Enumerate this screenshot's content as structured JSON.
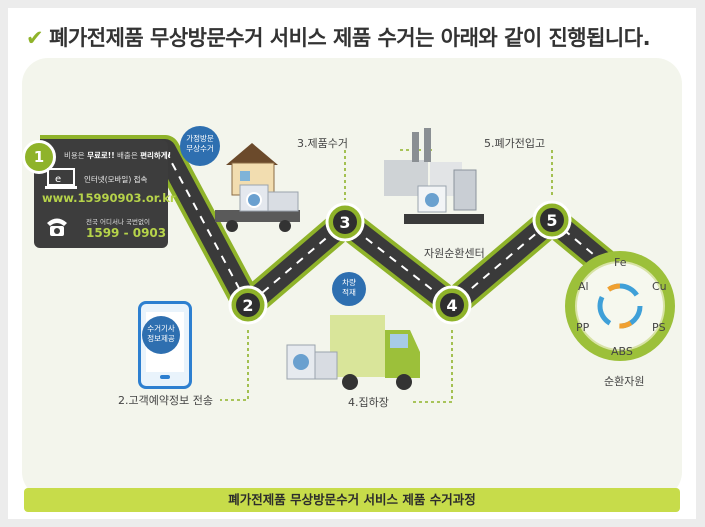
{
  "title": "폐가전제품 무상방문수거 서비스 제품 수거는 아래와 같이 진행됩니다.",
  "title_icon": "check-icon",
  "accent_color": "#8fb32a",
  "road_color": "#3a3a3a",
  "info": {
    "step": "1",
    "top_text_pre": "비용은 ",
    "top_text_bold1": "무료로!!",
    "top_text_mid": " 배출은 ",
    "top_text_bold2": "편리하게!",
    "internet_label": "인터넷(모바일) 접속",
    "url": "www.15990903.or.kr",
    "phone_label": "전국 어디서나 국번없이",
    "phone": "1599 - 0903"
  },
  "bubbles": {
    "home_visit": "가정방문\n무상수거",
    "driver_info": "수거기사\n정보제공",
    "truck_load": "차량\n적재"
  },
  "steps": [
    {
      "num": "2",
      "label": "2.고객예약정보 전송"
    },
    {
      "num": "3",
      "label": "3.제품수거"
    },
    {
      "num": "4",
      "label": "4.집하장"
    },
    {
      "num": "5",
      "label": "5.폐가전입고"
    }
  ],
  "labels": {
    "recycle_center": "자원순환센터",
    "recycled_resources": "순환자원"
  },
  "materials": [
    "Fe",
    "Cu",
    "PS",
    "ABS",
    "PP",
    "Al"
  ],
  "footer": "폐가전제품 무상방문수거 서비스 제품 수거과정"
}
